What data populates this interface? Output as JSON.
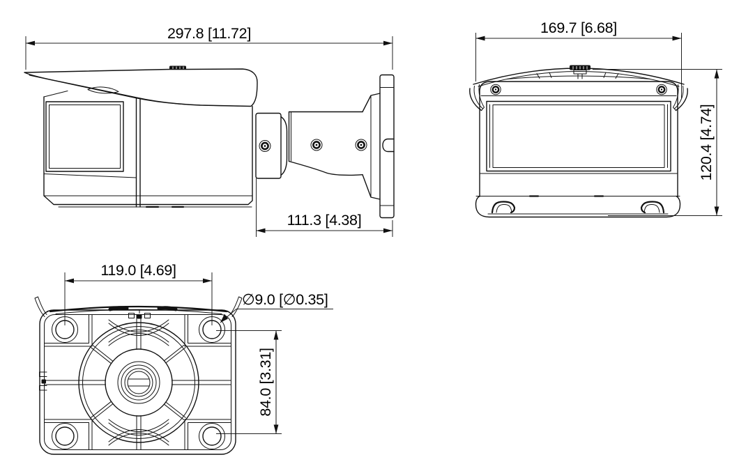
{
  "drawing": {
    "type": "technical-dimension-drawing",
    "subject": "bullet-security-camera",
    "units": "mm [inches]",
    "colors": {
      "line": "#111111",
      "background": "#ffffff"
    },
    "views": {
      "side": {
        "name": "side-view"
      },
      "front": {
        "name": "front-view"
      },
      "bottom": {
        "name": "bottom-mount-view"
      }
    },
    "dims": {
      "side_length": "297.8 [11.72]",
      "side_bracket": "111.3 [4.38]",
      "front_width": "169.7 [6.68]",
      "front_height": "120.4 [4.74]",
      "base_hole_span_x": "119.0 [4.69]",
      "base_hole_dia": "∅9.0 [∅0.35]",
      "base_hole_span_y": "84.0 [3.31]"
    }
  }
}
